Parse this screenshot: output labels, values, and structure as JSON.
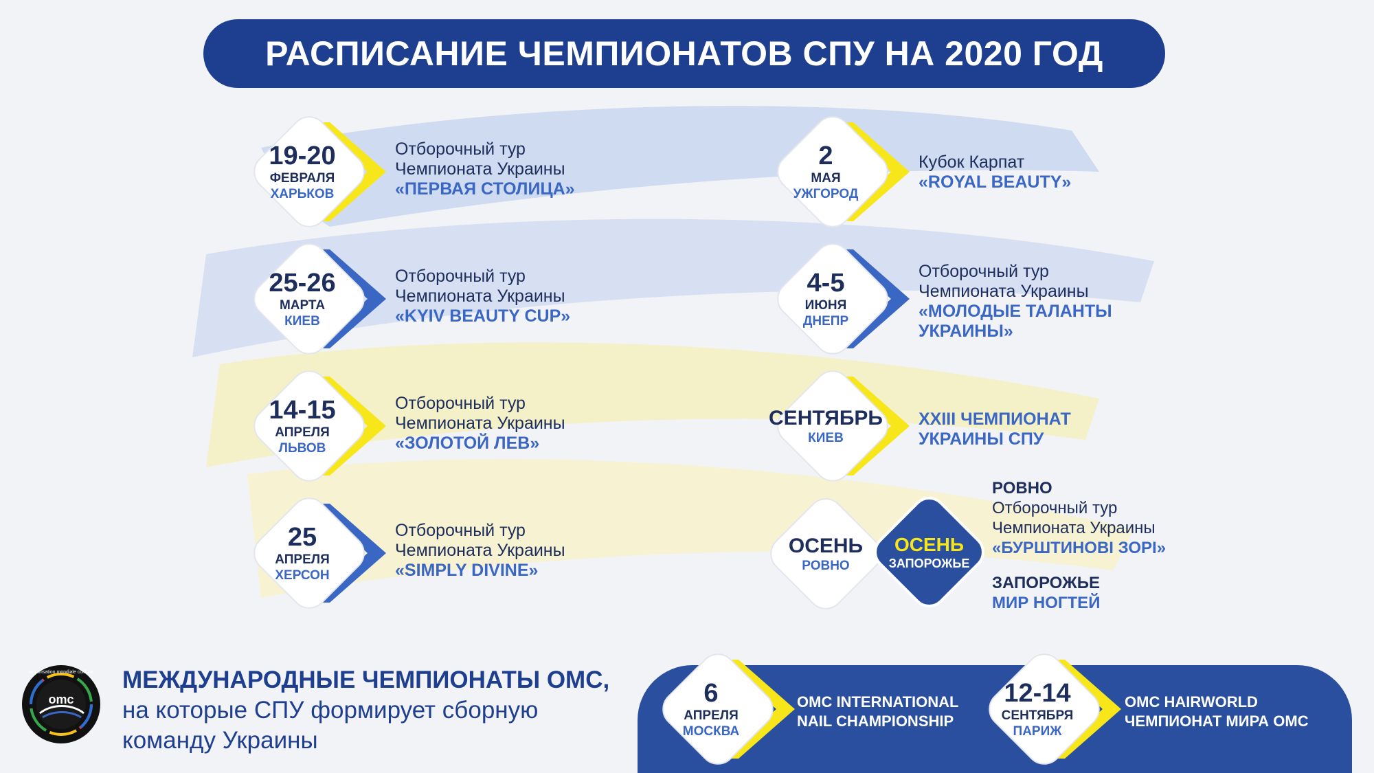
{
  "title": "РАСПИСАНИЕ ЧЕМПИОНАТОВ СПУ НА 2020 ГОД",
  "colors": {
    "navy": "#1e3f8f",
    "dark_text": "#1d2d5c",
    "accent_blue": "#3a66c4",
    "yellow": "#f6e61a",
    "ukraine_blue_stroke": "#c9d6ee",
    "ukraine_yellow_stroke": "#f5efc0"
  },
  "events_left": [
    {
      "big": "19-20",
      "month": "ФЕВРАЛЯ",
      "city": "ХАРЬКОВ",
      "line1": "Отборочный тур",
      "line2": "Чемпионата Украины",
      "name": "«ПЕРВАЯ СТОЛИЦА»",
      "chevron": "yellow"
    },
    {
      "big": "25-26",
      "month": "МАРТА",
      "city": "КИЕВ",
      "line1": "Отборочный тур",
      "line2": "Чемпионата Украины",
      "name": "«KYIV BEAUTY CUP»",
      "chevron": "blue"
    },
    {
      "big": "14-15",
      "month": "АПРЕЛЯ",
      "city": "ЛЬВОВ",
      "line1": "Отборочный тур",
      "line2": "Чемпионата Украины",
      "name": "«ЗОЛОТОЙ ЛЕВ»",
      "chevron": "yellow"
    },
    {
      "big": "25",
      "month": "АПРЕЛЯ",
      "city": "ХЕРСОН",
      "line1": "Отборочный тур",
      "line2": "Чемпионата Украины",
      "name": "«SIMPLY DIVINE»",
      "chevron": "blue"
    }
  ],
  "events_right": [
    {
      "big": "2",
      "month": "МАЯ",
      "city": "УЖГОРОД",
      "line1": "Кубок Карпат",
      "name": "«ROYAL BEAUTY»",
      "chevron": "yellow"
    },
    {
      "big": "4-5",
      "month": "ИЮНЯ",
      "city": "ДНЕПР",
      "line1": "Отборочный тур",
      "line2": "Чемпионата Украины",
      "name": "«МОЛОДЫЕ ТАЛАНТЫ",
      "name2": "УКРАИНЫ»",
      "chevron": "blue"
    },
    {
      "big": "СЕНТЯБРЬ",
      "city": "КИЕВ",
      "name": "XXIII ЧЕМПИОНАТ",
      "name2": "УКРАИНЫ СПУ",
      "chevron": "yellow"
    }
  ],
  "autumn": {
    "left_big": "ОСЕНЬ",
    "left_city": "РОВНО",
    "right_big": "ОСЕНЬ",
    "right_city": "ЗАПОРОЖЬЕ",
    "rovno_head": "РОВНО",
    "rovno_line1": "Отборочный тур",
    "rovno_line2": "Чемпионата Украины",
    "rovno_name": "«БУРШТИНОВІ ЗОРІ»",
    "zap_head": "ЗАПОРОЖЬЕ",
    "zap_name": "МИР НОГТЕЙ"
  },
  "international": {
    "logo_text": "omc",
    "logo_ring": "organisation mondiale coiffure",
    "heading": "МЕЖДУНАРОДНЫЕ ЧЕМПИОНАТЫ ОМС,",
    "line2": "на которые СПУ формирует сборную",
    "line3": "команду Украины",
    "events": [
      {
        "big": "6",
        "month": "АПРЕЛЯ",
        "city": "МОСКВА",
        "line1": "OMC INTERNATIONAL",
        "line2": "NAIL CHAMPIONSHIP"
      },
      {
        "big": "12-14",
        "month": "СЕНТЯБРЯ",
        "city": "ПАРИЖ",
        "line1": "OMC HAIRWORLD",
        "line2": "ЧЕМПИОНАТ МИРА ОМС"
      }
    ]
  }
}
